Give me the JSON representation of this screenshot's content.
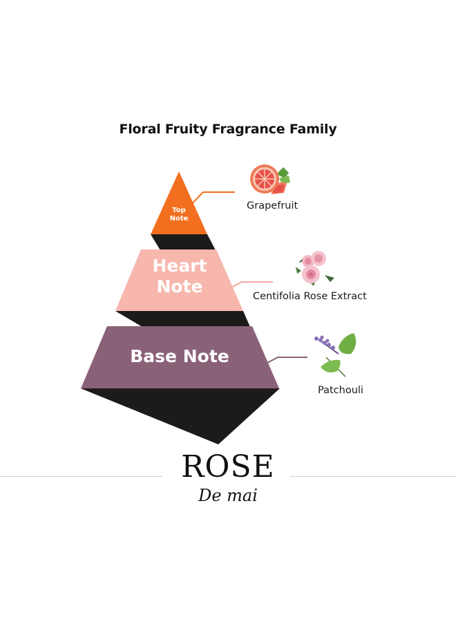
{
  "title": "Floral Fruity Fragrance Family",
  "tiers": {
    "top": {
      "line1": "Top",
      "line2": "Note",
      "color": "#f26f1f"
    },
    "heart": {
      "line1": "Heart",
      "line2": "Note",
      "color": "#f7b7ad"
    },
    "base": {
      "label": "Base Note",
      "color": "#8a6278"
    }
  },
  "ingredients": [
    {
      "name": "Grapefruit",
      "icon": "grapefruit-icon",
      "line_color": "#f26f1f"
    },
    {
      "name": "Centifolia Rose Extract",
      "icon": "rose-icon",
      "line_color": "#f4a8a0"
    },
    {
      "name": "Patchouli",
      "icon": "patchouli-icon",
      "line_color": "#8a6278"
    }
  ],
  "brand": {
    "name": "ROSE",
    "subname": "De mai"
  },
  "colors": {
    "shadow": "#1c1a1b",
    "rule": "#cfcfcf"
  }
}
